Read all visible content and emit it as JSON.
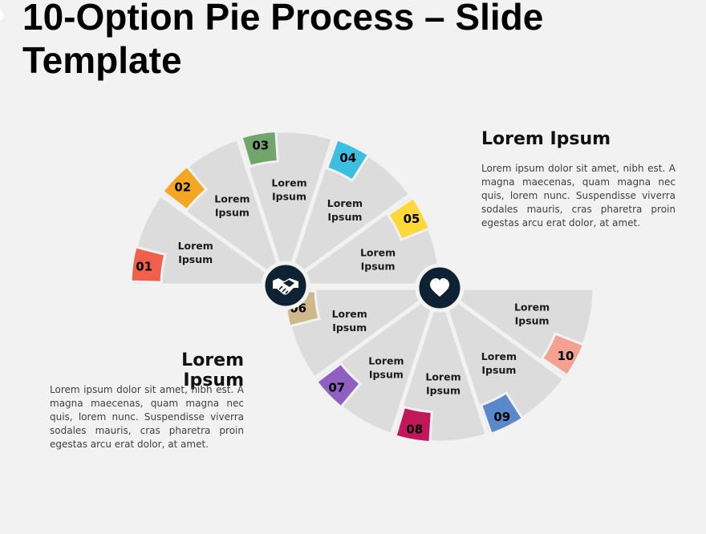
{
  "title": "10-Option Pie Process – Slide Template",
  "segments": [
    {
      "number": "01",
      "label": [
        "Lorem",
        "Ipsum"
      ],
      "color": "#f0604a"
    },
    {
      "number": "02",
      "label": [
        "Lorem",
        "Ipsum"
      ],
      "color": "#f5a623"
    },
    {
      "number": "03",
      "label": [
        "Lorem",
        "Ipsum"
      ],
      "color": "#72a56c"
    },
    {
      "number": "04",
      "label": [
        "Lorem",
        "Ipsum"
      ],
      "color": "#3bbfe0"
    },
    {
      "number": "05",
      "label": [
        "Lorem",
        "Ipsum"
      ],
      "color": "#fcd83a"
    },
    {
      "number": "06",
      "label": [
        "Lorem",
        "Ipsum"
      ],
      "color": "#cfb98a"
    },
    {
      "number": "07",
      "label": [
        "Lorem",
        "Ipsum"
      ],
      "color": "#8f60c1"
    },
    {
      "number": "08",
      "label": [
        "Lorem",
        "Ipsum"
      ],
      "color": "#c2185b"
    },
    {
      "number": "09",
      "label": [
        "Lorem",
        "Ipsum"
      ],
      "color": "#5a88cc"
    },
    {
      "number": "10",
      "label": [
        "Lorem",
        "Ipsum"
      ],
      "color": "#f4a192"
    }
  ],
  "hubs": [
    {
      "icon": "handshake-icon"
    },
    {
      "icon": "heart-icon"
    }
  ],
  "right_block": {
    "heading": "Lorem Ipsum",
    "text": "Lorem ipsum dolor sit amet, nibh est. A magna maecenas, quam magna nec quis, lorem nunc. Suspendisse viverra sodales mauris, cras pharetra proin egestas arcu erat dolor, at amet."
  },
  "left_block": {
    "heading": "Lorem Ipsum",
    "text": "Lorem ipsum dolor sit amet, nibh est. A magna maecenas, quam magna nec quis, lorem nunc. Suspendisse viverra sodales mauris, cras pharetra proin egestas arcu erat dolor, at amet."
  },
  "colors": {
    "segment_fill": "#dcdcdc",
    "hub_fill": "#0f2233",
    "background": "#f2f2f2"
  }
}
